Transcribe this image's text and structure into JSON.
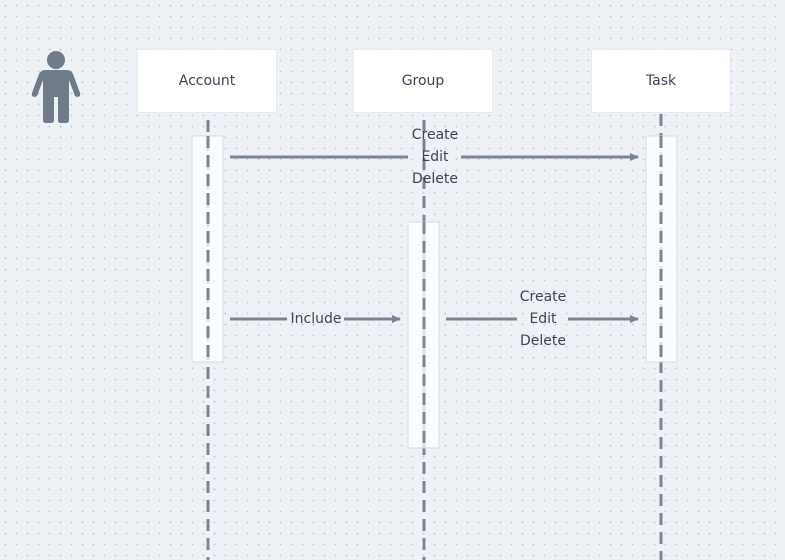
{
  "colors": {
    "line": "#7a8593",
    "actor": "#6f7b88",
    "activation_fill": "#ffffff",
    "activation_stroke": "#d9dee5",
    "background": "#eef2f6"
  },
  "actor": {
    "icon": "person-icon"
  },
  "participants": [
    {
      "id": "account",
      "label": "Account"
    },
    {
      "id": "group",
      "label": "Group"
    },
    {
      "id": "task",
      "label": "Task"
    }
  ],
  "messages": [
    {
      "id": "account-to-task",
      "from": "Account",
      "to": "Task",
      "lines": [
        "Create",
        "Edit",
        "Delete"
      ]
    },
    {
      "id": "account-to-group",
      "from": "Account",
      "to": "Group",
      "lines": [
        "Include"
      ]
    },
    {
      "id": "group-to-task",
      "from": "Group",
      "to": "Task",
      "lines": [
        "Create",
        "Edit",
        "Delete"
      ]
    }
  ]
}
